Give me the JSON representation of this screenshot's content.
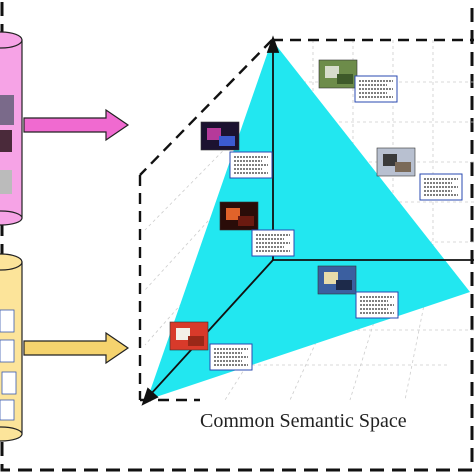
{
  "caption": "Common Semantic Space",
  "colors": {
    "image_db": "#f6a3e6",
    "text_db": "#fce49a",
    "image_arrow": "#f06ad0",
    "text_arrow": "#f5d36e",
    "plane": "#22e7f0",
    "dashed_frame": "#111111",
    "grid": "#c9c9c9"
  },
  "icons": [
    "image-database-icon",
    "text-database-icon",
    "right-arrow-icon",
    "photo-thumbnail-icon",
    "text-document-icon"
  ],
  "pairs": [
    {
      "name": "pair-landscape",
      "photo": [
        "#6d8c4a",
        "#d7dccc",
        "#3e5a2a"
      ]
    },
    {
      "name": "pair-concert",
      "photo": [
        "#1c1230",
        "#b53a9a",
        "#3c5bd0"
      ]
    },
    {
      "name": "pair-street",
      "photo": [
        "#b8c0d0",
        "#3a3a3a",
        "#7a6a58"
      ]
    },
    {
      "name": "pair-fireworks",
      "photo": [
        "#2a0c08",
        "#e0632a",
        "#6a1a10"
      ]
    },
    {
      "name": "pair-cityscape",
      "photo": [
        "#3b5fa0",
        "#e8dcaa",
        "#1d2a4a"
      ]
    },
    {
      "name": "pair-elmo",
      "photo": [
        "#d83a2a",
        "#f3f0e8",
        "#9a2818"
      ]
    }
  ]
}
